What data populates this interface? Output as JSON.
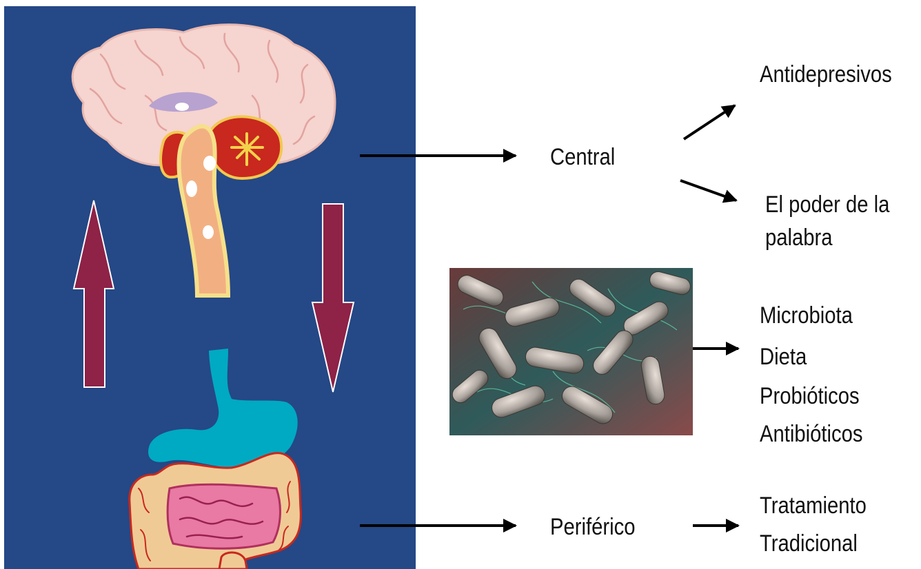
{
  "diagram": {
    "central": "Central",
    "antidepresivos": "Antidepresivos",
    "poder_line1": "El poder de la",
    "poder_line2": "palabra",
    "microbiota": "Microbiota",
    "dieta": "Dieta",
    "probioticos": "Probióticos",
    "antibioticos": "Antibióticos",
    "periferico": "Periférico",
    "tratamiento": "Tratamiento",
    "tradicional": "Tradicional"
  },
  "colors": {
    "panel_background": "#254886",
    "axis_arrows": "#8e2247",
    "brain": "#f6d4cf",
    "cerebellum": "#c8281e",
    "stomach": "#00aac2",
    "intestine": "#f0ca95",
    "small_intestine": "#e87aa4"
  }
}
